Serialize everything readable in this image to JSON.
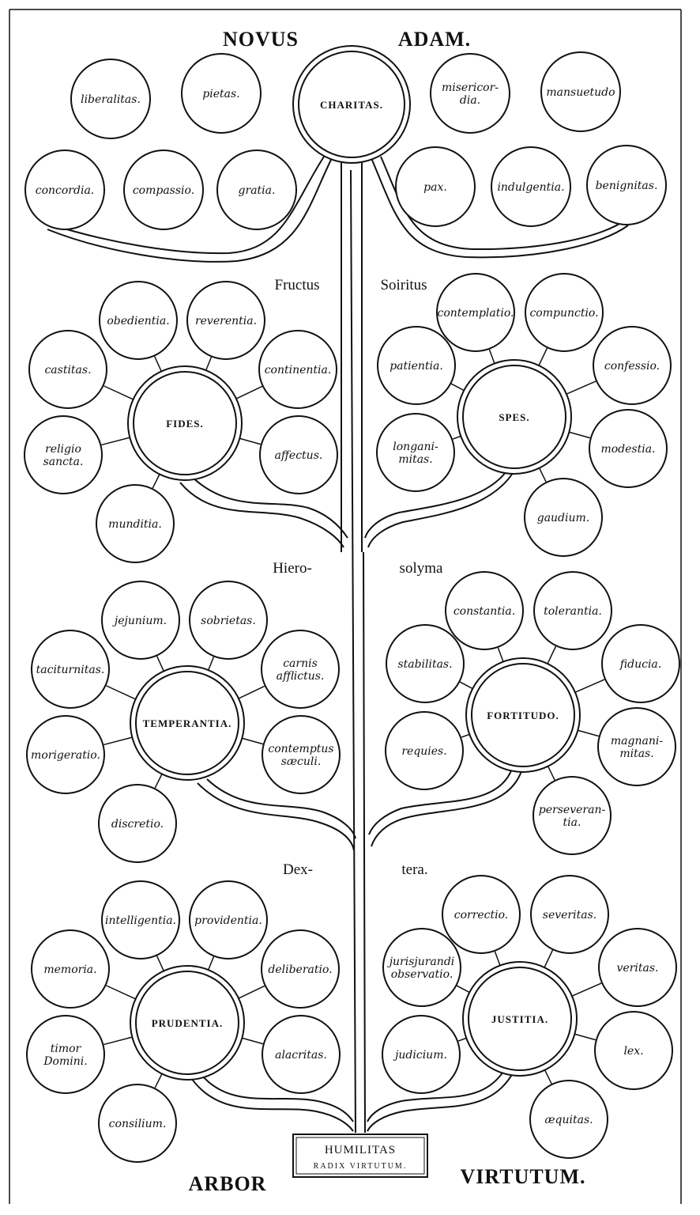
{
  "headings": {
    "top_left": "NOVUS",
    "top_right": "ADAM.",
    "bottom_left": "ARBOR",
    "bottom_right": "VIRTUTUM."
  },
  "sections": {
    "fructus": "Fructus",
    "spiritus": "Soiritus",
    "hiero": "Hiero-",
    "solyma": "solyma",
    "dex": "Dex-",
    "tera": "tera."
  },
  "root": {
    "main": "HUMILITAS",
    "sub": "RADIX VIRTUTUM."
  },
  "top": {
    "main": "CHARITAS.",
    "left": [
      "liberalitas.",
      "pietas.",
      "concordia.",
      "compassio.",
      "gratia."
    ],
    "right": [
      "misericor-|dia.",
      "mansuetudo",
      "pax.",
      "indulgentia.",
      "benignitas."
    ]
  },
  "virtues": [
    {
      "main": "FIDES.",
      "leaves": [
        "obedientia.",
        "reverentia.",
        "castitas.",
        "continentia.",
        "religio|sancta.",
        "affectus.",
        "munditia."
      ]
    },
    {
      "main": "SPES.",
      "leaves": [
        "contemplatio.",
        "compunctio.",
        "patientia.",
        "confessio.",
        "longani-|mitas.",
        "modestia.",
        "gaudium."
      ]
    },
    {
      "main": "TEMPERANTIA.",
      "leaves": [
        "jejunium.",
        "sobrietas.",
        "taciturnitas.",
        "carnis|afflictus.",
        "morigeratio.",
        "contemptus|sæculi.",
        "discretio."
      ]
    },
    {
      "main": "FORTITUDO.",
      "leaves": [
        "constantia.",
        "tolerantia.",
        "stabilitas.",
        "fiducia.",
        "requies.",
        "magnani-|mitas.",
        "perseveran-|tia."
      ]
    },
    {
      "main": "PRUDENTIA.",
      "leaves": [
        "intelligentia.",
        "providentia.",
        "memoria.",
        "deliberatio.",
        "timor|Domini.",
        "alacritas.",
        "consilium."
      ]
    },
    {
      "main": "JUSTITIA.",
      "leaves": [
        "correctio.",
        "severitas.",
        "jurisjurandi|observatio.",
        "veritas.",
        "judicium.",
        "lex.",
        "æquitas."
      ]
    }
  ]
}
